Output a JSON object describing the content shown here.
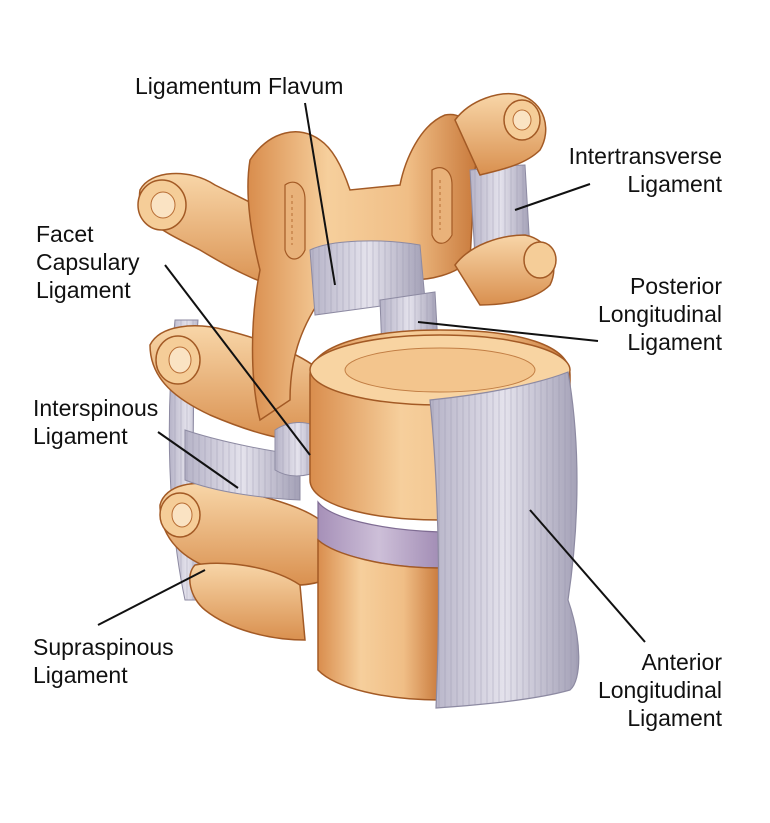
{
  "labels": {
    "ligamentum_flavum": [
      "Ligamentum Flavum"
    ],
    "intertransverse": [
      "Intertransverse",
      "Ligament"
    ],
    "facet_capsulary": [
      "Facet",
      "Capsulary",
      "Ligament"
    ],
    "posterior_longitudinal": [
      "Posterior",
      "Longitudinal",
      "Ligament"
    ],
    "interspinous": [
      "Interspinous",
      "Ligament"
    ],
    "supraspinous": [
      "Supraspinous",
      "Ligament"
    ],
    "anterior_longitudinal": [
      "Anterior",
      "Longitudinal",
      "Ligament"
    ]
  },
  "colors": {
    "bone": "#f2c48e",
    "bone_shade": "#d58a4c",
    "bone_dark": "#b9672f",
    "ligament": "#c8c6d4",
    "ligament_shade": "#9e9cb0",
    "disc": "#b7a3c4",
    "leader": "#111111"
  }
}
